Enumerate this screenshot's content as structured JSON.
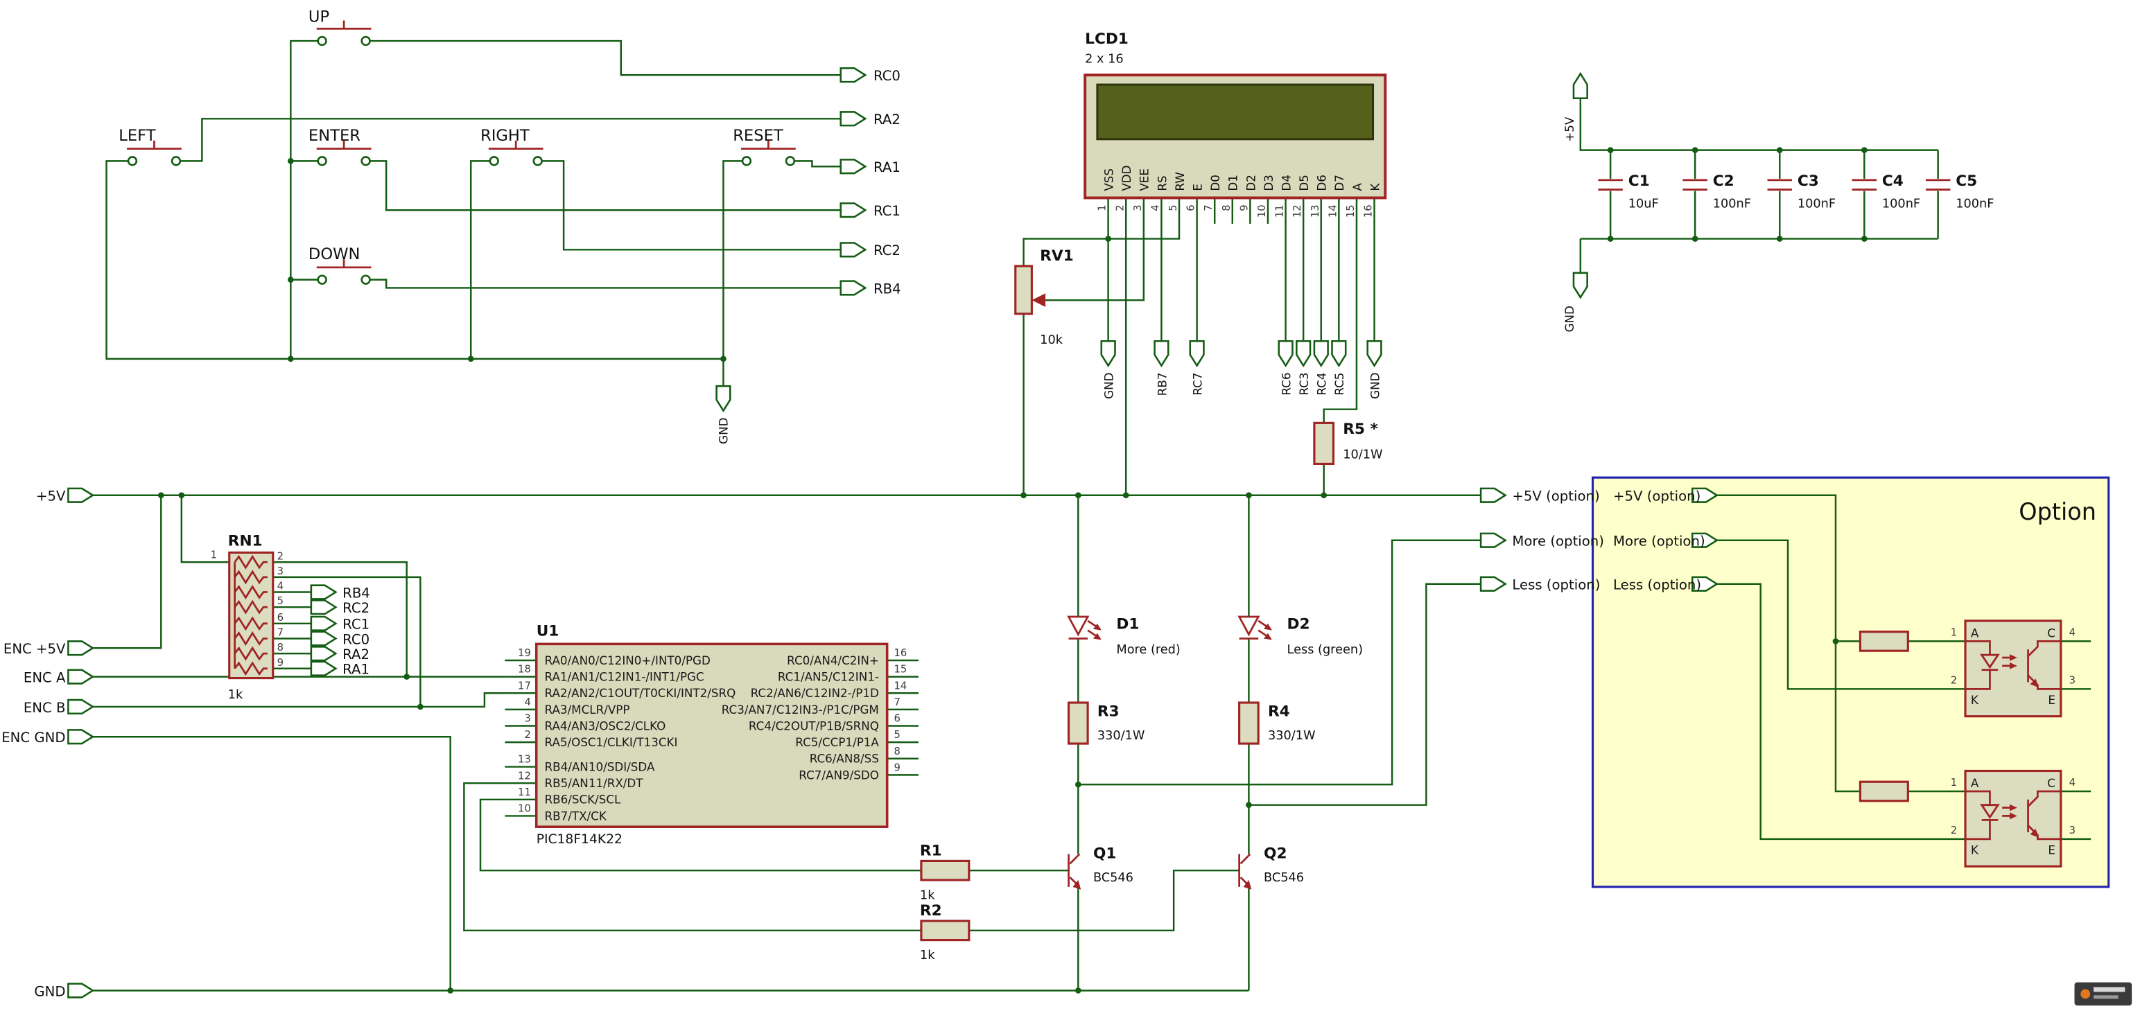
{
  "power": {
    "vcc": "+5V",
    "gnd": "GND"
  },
  "buttons": [
    "UP",
    "LEFT",
    "ENTER",
    "RIGHT",
    "RESET",
    "DOWN"
  ],
  "button_nets": [
    "RC0",
    "RA2",
    "RA1",
    "RC1",
    "RC2",
    "RB4"
  ],
  "left_ports": [
    "+5V",
    "ENC +5V",
    "ENC A",
    "ENC B",
    "ENC GND",
    "GND"
  ],
  "out_ports": [
    "+5V (option)",
    "More (option)",
    "Less (option)"
  ],
  "lcd": {
    "ref": "LCD1",
    "type": "2 x 16",
    "pins": [
      "VSS",
      "VDD",
      "VEE",
      "RS",
      "RW",
      "E",
      "D0",
      "D1",
      "D2",
      "D3",
      "D4",
      "D5",
      "D6",
      "D7",
      "A",
      "K"
    ],
    "numbers": [
      "1",
      "2",
      "3",
      "4",
      "5",
      "6",
      "7",
      "8",
      "9",
      "10",
      "11",
      "12",
      "13",
      "14",
      "15",
      "16"
    ],
    "signals": [
      "GND",
      "RB7",
      "RC7",
      "RC6",
      "RC3",
      "RC4",
      "RC5"
    ]
  },
  "rv1": {
    "ref": "RV1",
    "value": "10k"
  },
  "r5": {
    "ref": "R5 *",
    "value": "10/1W"
  },
  "caps": [
    {
      "ref": "C1",
      "value": "10uF"
    },
    {
      "ref": "C2",
      "value": "100nF"
    },
    {
      "ref": "C3",
      "value": "100nF"
    },
    {
      "ref": "C4",
      "value": "100nF"
    },
    {
      "ref": "C5",
      "value": "100nF"
    }
  ],
  "rn1": {
    "ref": "RN1",
    "value": "1k",
    "pin_numbers": [
      "1",
      "2",
      "3",
      "4",
      "5",
      "6",
      "7",
      "8",
      "9"
    ],
    "signals": [
      "RB4",
      "RC2",
      "RC1",
      "RC0",
      "RA2",
      "RA1"
    ]
  },
  "u1": {
    "ref": "U1",
    "part": "PIC18F14K22",
    "left_pins": [
      {
        "num": "19",
        "name": "RA0/AN0/C12IN0+/INT0/PGD"
      },
      {
        "num": "18",
        "name": "RA1/AN1/C12IN1-/INT1/PGC"
      },
      {
        "num": "17",
        "name": "RA2/AN2/C1OUT/T0CKI/INT2/SRQ"
      },
      {
        "num": "4",
        "name": "RA3/MCLR/VPP"
      },
      {
        "num": "3",
        "name": "RA4/AN3/OSC2/CLKO"
      },
      {
        "num": "2",
        "name": "RA5/OSC1/CLKI/T13CKI"
      },
      {
        "num": "13",
        "name": "RB4/AN10/SDI/SDA"
      },
      {
        "num": "12",
        "name": "RB5/AN11/RX/DT"
      },
      {
        "num": "11",
        "name": "RB6/SCK/SCL"
      },
      {
        "num": "10",
        "name": "RB7/TX/CK"
      }
    ],
    "right_pins": [
      {
        "num": "16",
        "name": "RC0/AN4/C2IN+"
      },
      {
        "num": "15",
        "name": "RC1/AN5/C12IN1-"
      },
      {
        "num": "14",
        "name": "RC2/AN6/C12IN2-/P1D"
      },
      {
        "num": "7",
        "name": "RC3/AN7/C12IN3-/P1C/PGM"
      },
      {
        "num": "6",
        "name": "RC4/C2OUT/P1B/SRNQ"
      },
      {
        "num": "5",
        "name": "RC5/CCP1/P1A"
      },
      {
        "num": "8",
        "name": "RC6/AN8/SS"
      },
      {
        "num": "9",
        "name": "RC7/AN9/SDO"
      }
    ]
  },
  "d1": {
    "ref": "D1",
    "note": "More (red)"
  },
  "d2": {
    "ref": "D2",
    "note": "Less (green)"
  },
  "r1": {
    "ref": "R1",
    "value": "1k"
  },
  "r2": {
    "ref": "R2",
    "value": "1k"
  },
  "r3": {
    "ref": "R3",
    "value": "330/1W"
  },
  "r4": {
    "ref": "R4",
    "value": "330/1W"
  },
  "q1": {
    "ref": "Q1",
    "value": "BC546"
  },
  "q2": {
    "ref": "Q2",
    "value": "BC546"
  },
  "option": {
    "title": "Option",
    "ports": [
      "+5V (option)",
      "More (option)",
      "Less (option)"
    ],
    "pin_letters": [
      "A",
      "K",
      "C",
      "E"
    ],
    "pin_numbers": [
      "1",
      "2",
      "4",
      "3"
    ]
  },
  "colors": {
    "wire": "#135c13",
    "component": "#a02424",
    "component_fill": "#dcdcc0",
    "lcd_screen": "#55611a",
    "option_fill": "#ffffcc",
    "option_border": "#2323b0",
    "option_title": "#1515cc"
  }
}
